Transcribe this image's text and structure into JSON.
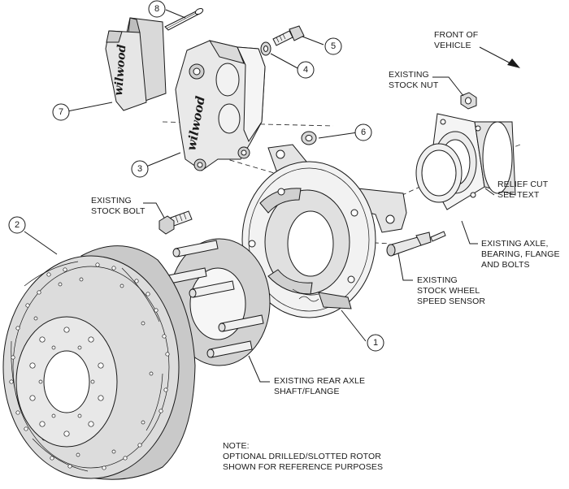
{
  "callouts": [
    {
      "id": "1",
      "text": "1"
    },
    {
      "id": "2",
      "text": "2"
    },
    {
      "id": "3",
      "text": "3"
    },
    {
      "id": "4",
      "text": "4"
    },
    {
      "id": "5",
      "text": "5"
    },
    {
      "id": "6",
      "text": "6"
    },
    {
      "id": "7",
      "text": "7"
    },
    {
      "id": "8",
      "text": "8"
    }
  ],
  "labels": {
    "front_of_vehicle": [
      "FRONT OF",
      "VEHICLE"
    ],
    "stock_nut": [
      "EXISTING",
      "STOCK NUT"
    ],
    "relief_cut": [
      "RELIEF CUT",
      "SEE TEXT"
    ],
    "stock_bolt": [
      "EXISTING",
      "STOCK BOLT"
    ],
    "axle": [
      "EXISTING AXLE,",
      "BEARING, FLANGE",
      "AND BOLTS"
    ],
    "wheel_sensor": [
      "EXISTING",
      "STOCK WHEEL",
      "SPEED SENSOR"
    ],
    "axle_shaft": [
      "EXISTING REAR AXLE",
      "SHAFT/FLANGE"
    ],
    "note": [
      "NOTE:",
      "OPTIONAL DRILLED/SLOTTED ROTOR",
      "SHOWN FOR REFERENCE PURPOSES"
    ]
  },
  "brand": {
    "caliper_logo": "wilwood",
    "pad_logo": "wilwood"
  }
}
